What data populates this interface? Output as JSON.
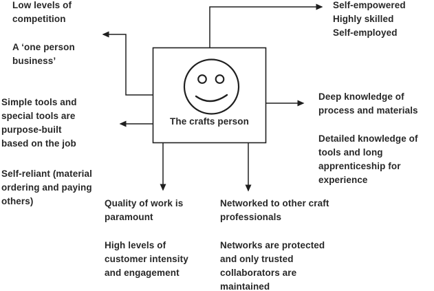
{
  "colors": {
    "background": "#ffffff",
    "line": "#1f1f1f",
    "text": "#272727"
  },
  "center_box": {
    "label": "The crafts person",
    "icon": "smiley-face-icon"
  },
  "annotations": [
    {
      "id": "low-competition",
      "text": "Low levels of\ncompetition"
    },
    {
      "id": "one-person-business",
      "text": "A ‘one person\nbusiness’"
    },
    {
      "id": "simple-tools",
      "text": "Simple tools and\nspecial tools are\npurpose-built\nbased on the job"
    },
    {
      "id": "self-reliant",
      "text": "Self-reliant (material\nordering and paying\nothers)"
    },
    {
      "id": "self-empowered",
      "text": "Self-empowered\nHighly skilled\nSelf-employed"
    },
    {
      "id": "deep-knowledge",
      "text": "Deep knowledge of\nprocess and materials"
    },
    {
      "id": "detailed-knowledge",
      "text": "Detailed knowledge of\ntools and long\napprenticeship for\nexperience"
    },
    {
      "id": "quality-of-work",
      "text": "Quality of work is\nparamount"
    },
    {
      "id": "customer-intensity",
      "text": "High levels of\ncustomer intensity\nand engagement"
    },
    {
      "id": "networked",
      "text": "Networked to other craft\nprofessionals"
    },
    {
      "id": "networks-protected",
      "text": "Networks are protected\nand only trusted\ncollaborators are\nmaintained"
    }
  ]
}
